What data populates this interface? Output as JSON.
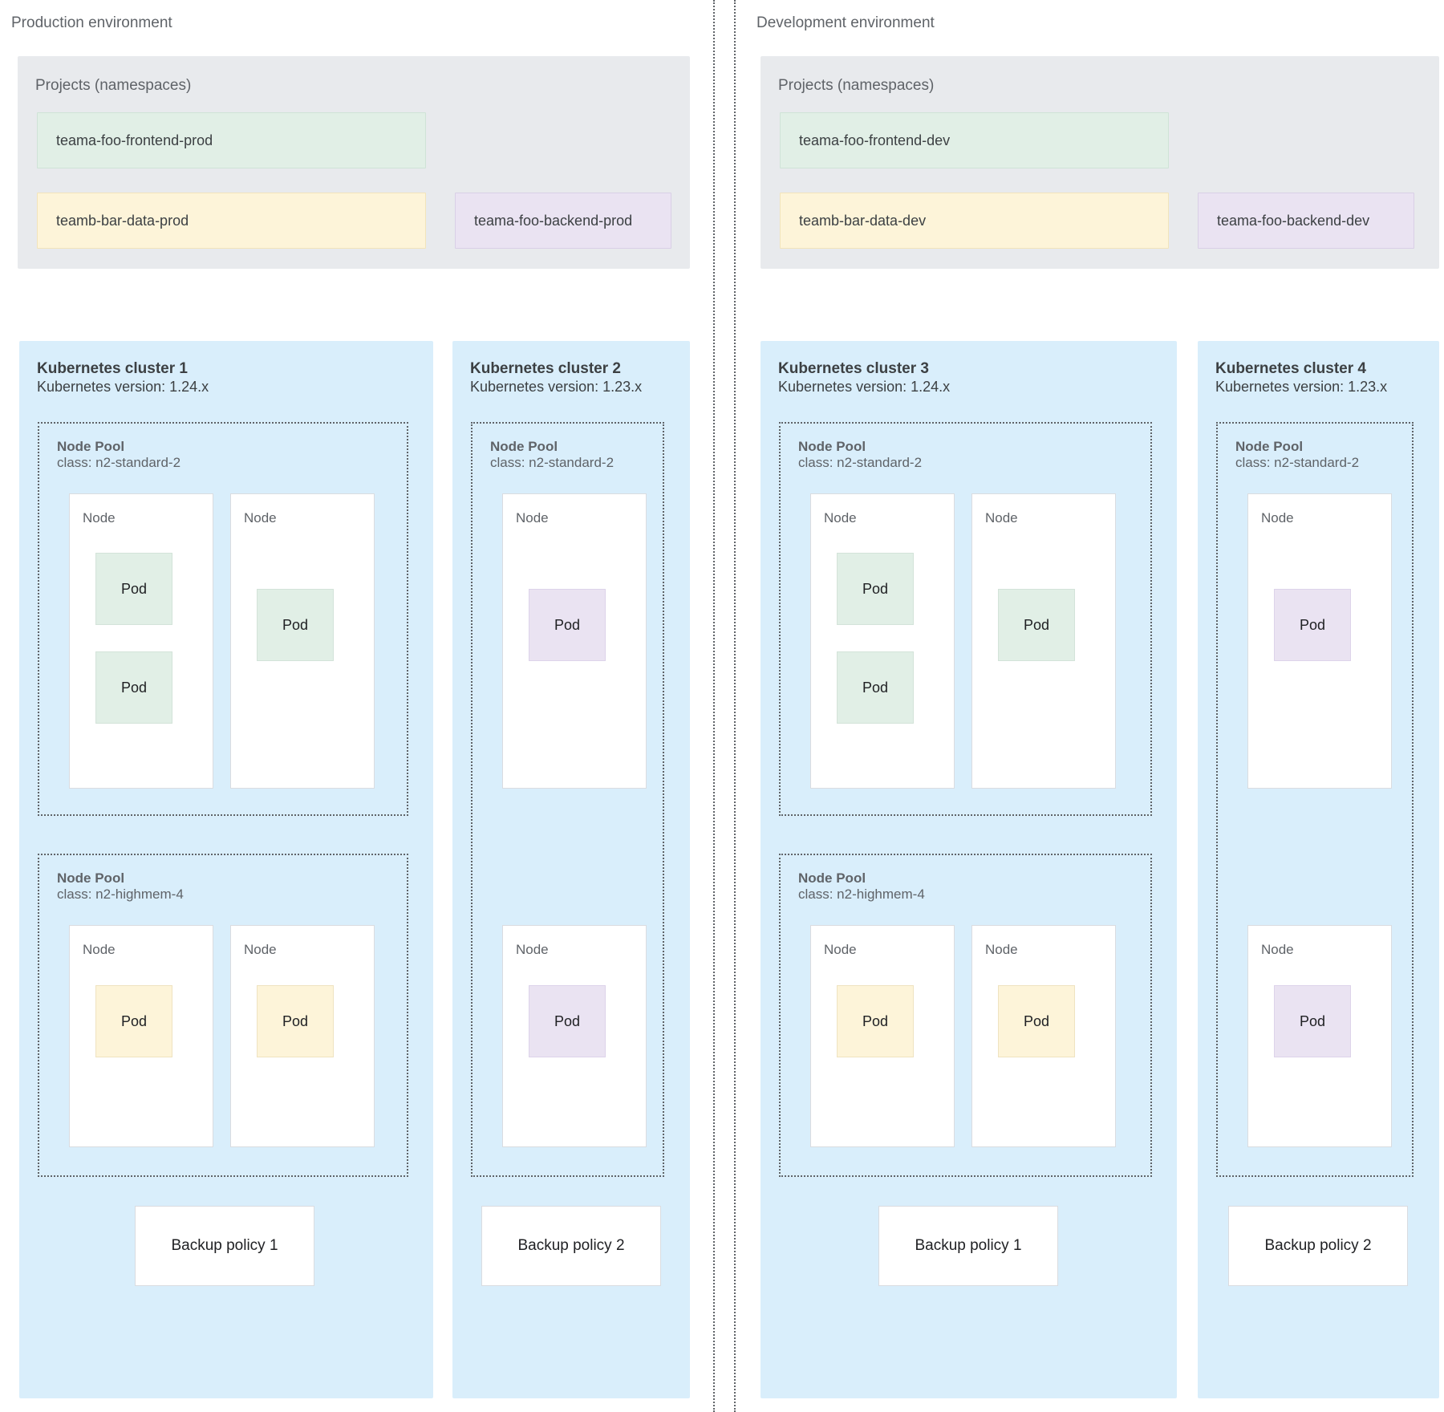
{
  "environments": [
    {
      "title": "Production environment",
      "projects": {
        "label": "Projects (namespaces)",
        "namespaces": [
          {
            "name": "teama-foo-frontend-prod",
            "color": "green"
          },
          {
            "name": "teamb-bar-data-prod",
            "color": "yellow"
          },
          {
            "name": "teama-foo-backend-prod",
            "color": "purple"
          }
        ]
      },
      "clusters": [
        {
          "title": "Kubernetes cluster 1",
          "version": "Kubernetes version: 1.24.x",
          "nodepools": [
            {
              "title": "Node Pool",
              "class": "class: n2-standard-2",
              "nodes": [
                {
                  "label": "Node",
                  "pods": [
                    {
                      "label": "Pod",
                      "color": "green"
                    },
                    {
                      "label": "Pod",
                      "color": "green"
                    }
                  ]
                },
                {
                  "label": "Node",
                  "pods": [
                    {
                      "label": "Pod",
                      "color": "green"
                    }
                  ]
                }
              ]
            },
            {
              "title": "Node Pool",
              "class": "class: n2-highmem-4",
              "nodes": [
                {
                  "label": "Node",
                  "pods": [
                    {
                      "label": "Pod",
                      "color": "yellow"
                    }
                  ]
                },
                {
                  "label": "Node",
                  "pods": [
                    {
                      "label": "Pod",
                      "color": "yellow"
                    }
                  ]
                }
              ]
            }
          ],
          "backup_policy": "Backup policy 1"
        },
        {
          "title": "Kubernetes cluster 2",
          "version": "Kubernetes version: 1.23.x",
          "nodepools": [
            {
              "title": "Node Pool",
              "class": "class: n2-standard-2",
              "nodes": [
                {
                  "label": "Node",
                  "pods": [
                    {
                      "label": "Pod",
                      "color": "purple"
                    }
                  ]
                },
                {
                  "label": "Node",
                  "pods": [
                    {
                      "label": "Pod",
                      "color": "purple"
                    }
                  ]
                }
              ]
            }
          ],
          "backup_policy": "Backup policy 2"
        }
      ]
    },
    {
      "title": "Development environment",
      "projects": {
        "label": "Projects (namespaces)",
        "namespaces": [
          {
            "name": "teama-foo-frontend-dev",
            "color": "green"
          },
          {
            "name": "teamb-bar-data-dev",
            "color": "yellow"
          },
          {
            "name": "teama-foo-backend-dev",
            "color": "purple"
          }
        ]
      },
      "clusters": [
        {
          "title": "Kubernetes cluster 3",
          "version": "Kubernetes version: 1.24.x",
          "nodepools": [
            {
              "title": "Node Pool",
              "class": "class: n2-standard-2",
              "nodes": [
                {
                  "label": "Node",
                  "pods": [
                    {
                      "label": "Pod",
                      "color": "green"
                    },
                    {
                      "label": "Pod",
                      "color": "green"
                    }
                  ]
                },
                {
                  "label": "Node",
                  "pods": [
                    {
                      "label": "Pod",
                      "color": "green"
                    }
                  ]
                }
              ]
            },
            {
              "title": "Node Pool",
              "class": "class: n2-highmem-4",
              "nodes": [
                {
                  "label": "Node",
                  "pods": [
                    {
                      "label": "Pod",
                      "color": "yellow"
                    }
                  ]
                },
                {
                  "label": "Node",
                  "pods": [
                    {
                      "label": "Pod",
                      "color": "yellow"
                    }
                  ]
                }
              ]
            }
          ],
          "backup_policy": "Backup policy 1"
        },
        {
          "title": "Kubernetes cluster 4",
          "version": "Kubernetes version: 1.23.x",
          "nodepools": [
            {
              "title": "Node Pool",
              "class": "class: n2-standard-2",
              "nodes": [
                {
                  "label": "Node",
                  "pods": [
                    {
                      "label": "Pod",
                      "color": "purple"
                    }
                  ]
                },
                {
                  "label": "Node",
                  "pods": [
                    {
                      "label": "Pod",
                      "color": "purple"
                    }
                  ]
                }
              ]
            }
          ],
          "backup_policy": "Backup policy 2"
        }
      ]
    }
  ],
  "colors": {
    "cluster_bg": "#d9eefb",
    "projects_bg": "#e8eaed",
    "pod_green": "#e1efe6",
    "pod_yellow": "#fdf4d9",
    "pod_purple": "#eae3f2",
    "text": "#3c4043",
    "muted_text": "#5f6368"
  }
}
